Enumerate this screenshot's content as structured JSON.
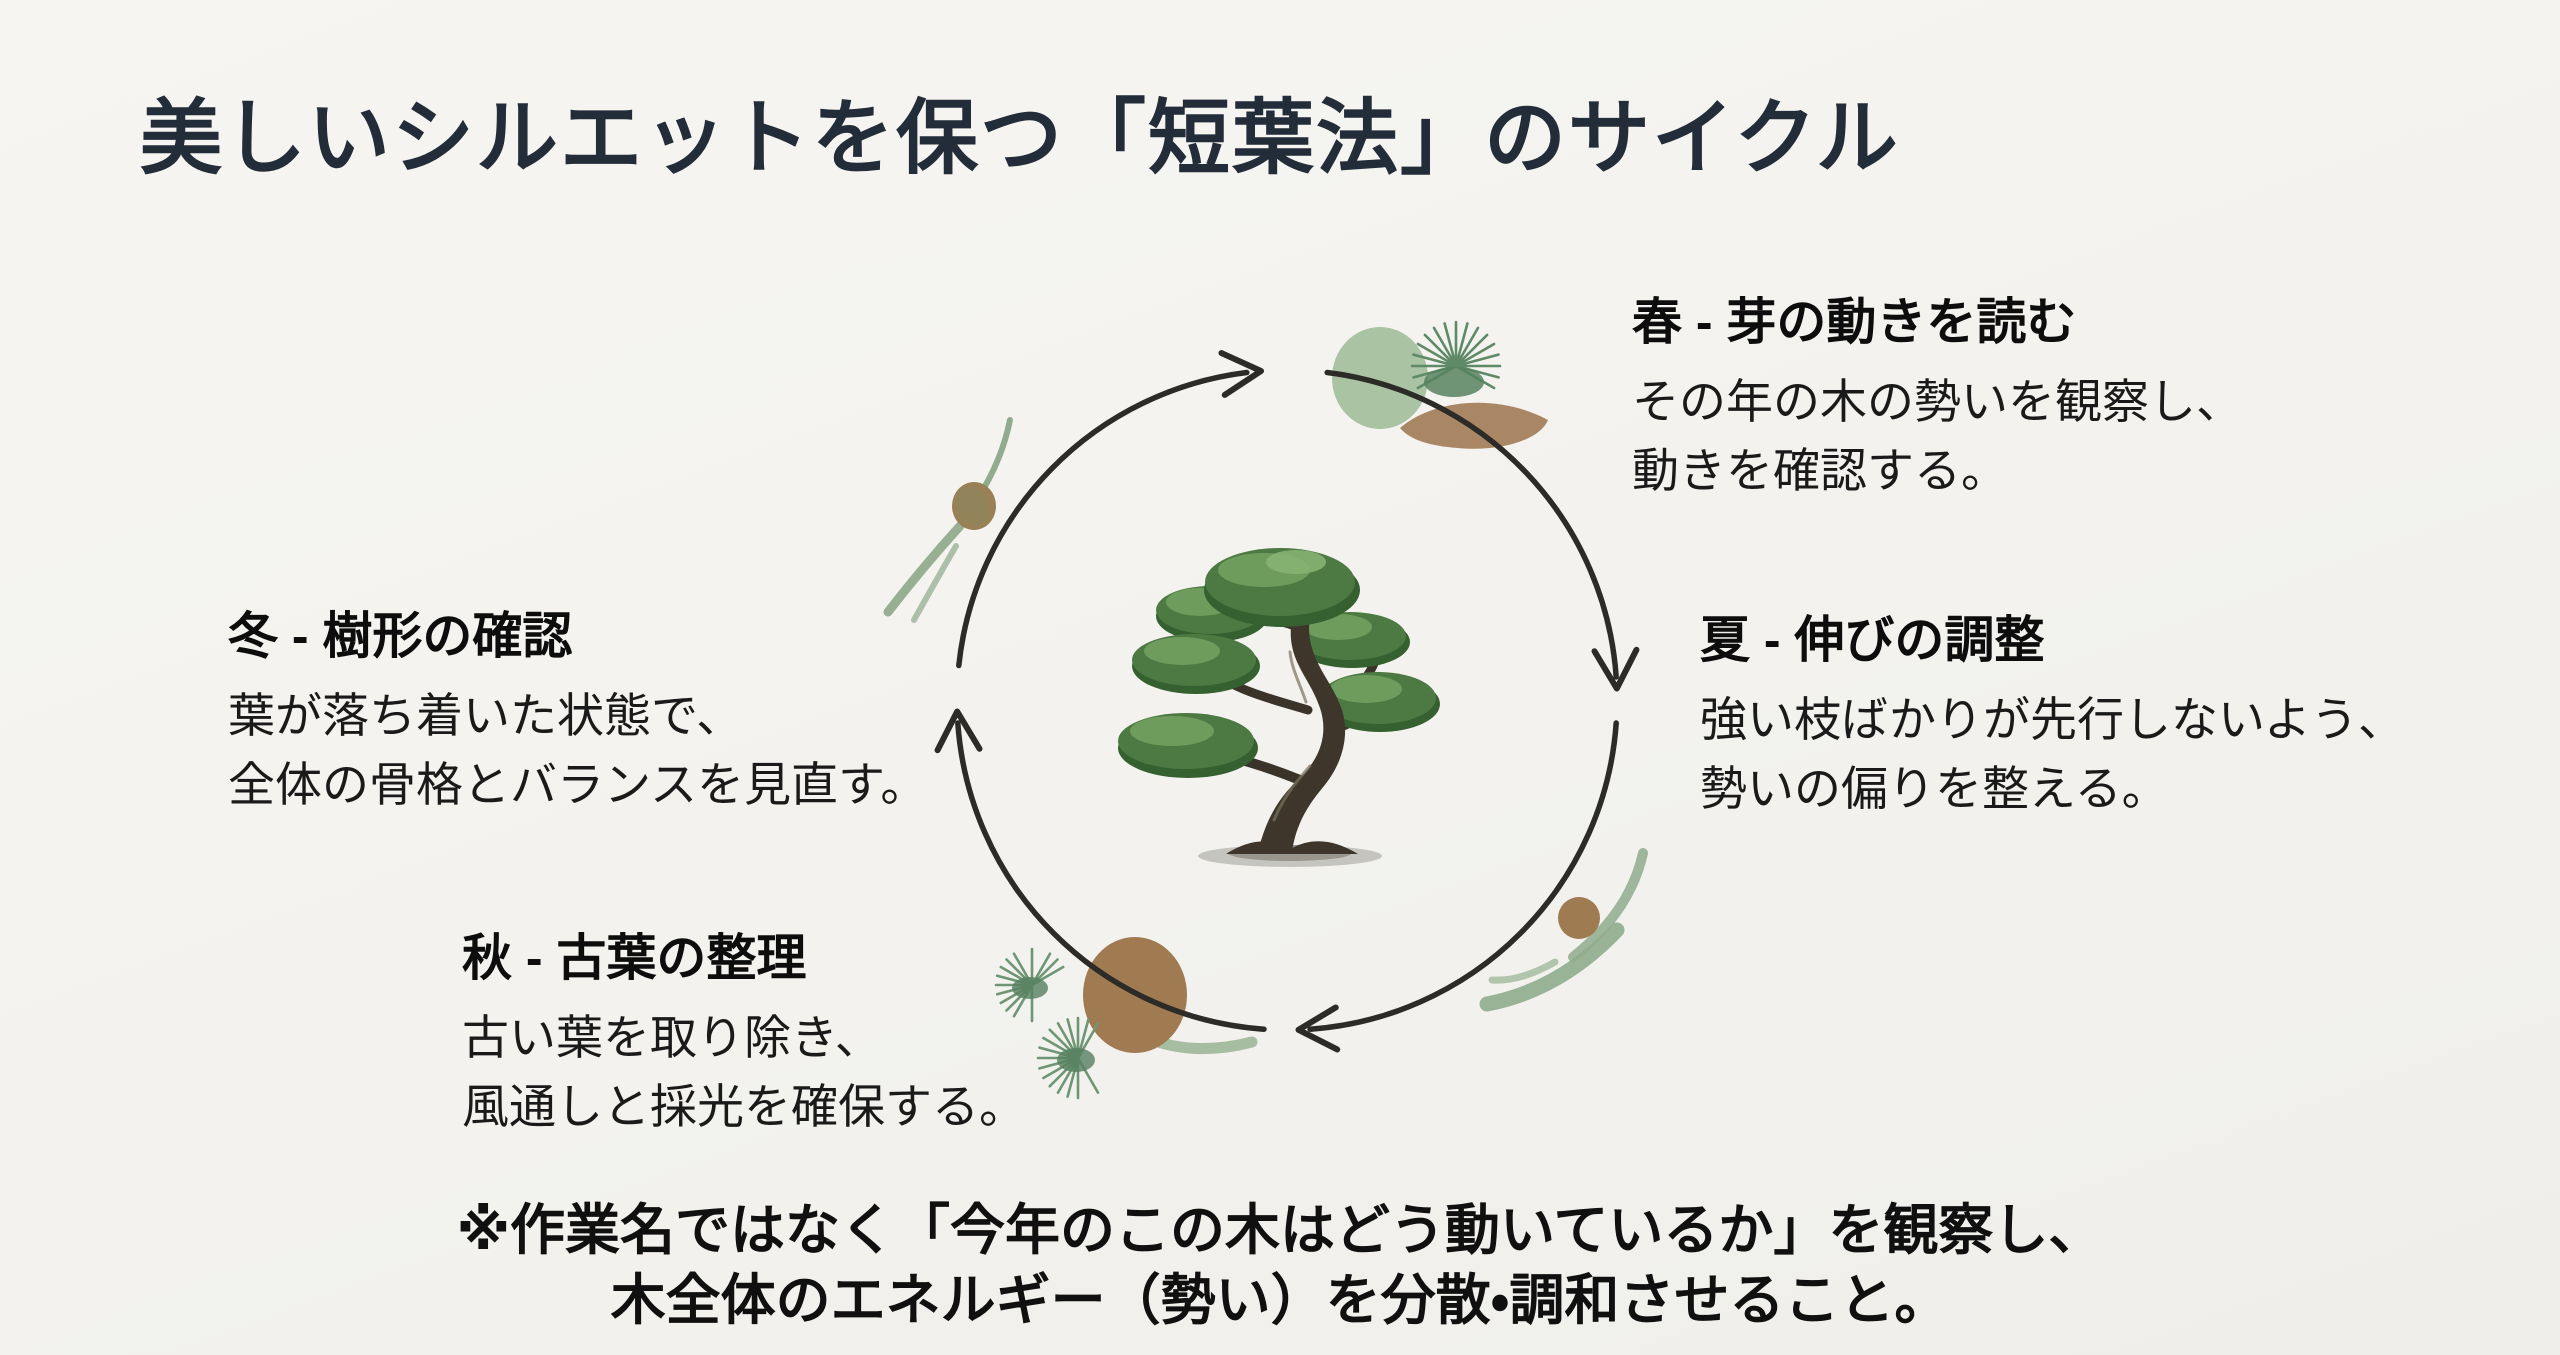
{
  "title": "美しいシルエットを保つ「短葉法」のサイクル",
  "seasons": [
    {
      "id": "spring",
      "heading": "春 - 芽の動きを読む",
      "lines": [
        "その年の木の勢いを観察し、",
        "動きを確認する。"
      ]
    },
    {
      "id": "summer",
      "heading": "夏 - 伸びの調整",
      "lines": [
        "強い枝ばかりが先行しないよう、",
        "勢いの偏りを整える。"
      ]
    },
    {
      "id": "autumn",
      "heading": "秋 - 古葉の整理",
      "lines": [
        "古い葉を取り除き、",
        "風通しと採光を確保する。"
      ]
    },
    {
      "id": "winter",
      "heading": "冬 - 樹形の確認",
      "lines": [
        "葉が落ち着いた状態で、",
        "全体の骨格とバランスを見直す。"
      ]
    }
  ],
  "footer": {
    "line1": "※作業名ではなく「今年のこの木はどう動いているか」を観察し、",
    "line2": "木全体のエネルギー（勢い）を分散・調和させること。"
  },
  "diagram": {
    "center_illustration": "bonsai-tree",
    "flow": "clockwise",
    "nodes": [
      "spring",
      "summer",
      "autumn",
      "winter"
    ]
  },
  "palette": {
    "background": "#f4f3f0",
    "title_ink": "#232c39",
    "text_ink": "#161616",
    "arc_ink": "#2c2b27",
    "sage_green": "#a9c3a3",
    "pine_needle_green": "#5e8a68",
    "brush_leaf_green": "#8fac8c",
    "earth_brown": "#a07b52",
    "trunk_brown": "#3e362b",
    "foliage_green": "#4d7a43"
  }
}
